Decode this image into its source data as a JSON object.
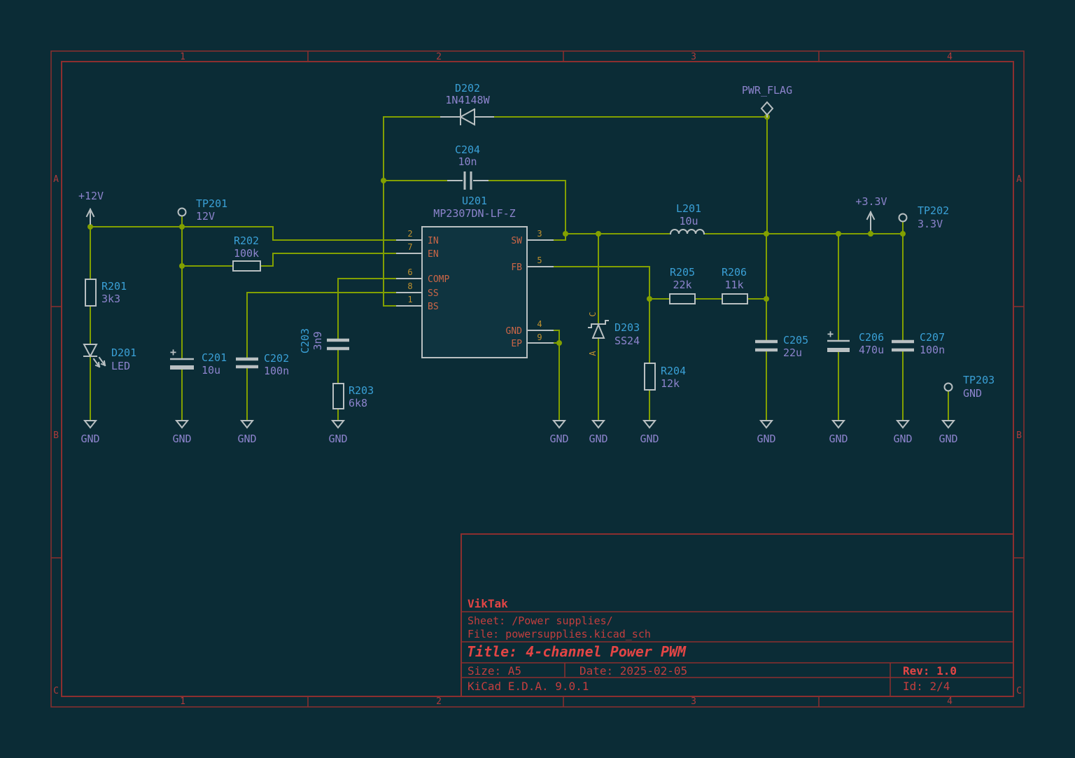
{
  "sheet_frame": {
    "columns": [
      "1",
      "2",
      "3",
      "4"
    ],
    "rows": [
      "A",
      "B",
      "C"
    ]
  },
  "title_block": {
    "company": "VikTak",
    "sheet_path": "Sheet: /Power supplies/",
    "file": "File: powersupplies.kicad_sch",
    "title": "Title: 4-channel Power PWM",
    "size": "Size: A5",
    "date": "Date: 2025-02-05",
    "rev": "Rev: 1.0",
    "tool": "KiCad E.D.A. 9.0.1",
    "id": "Id: 2/4"
  },
  "nets": {
    "gnd": "GND",
    "p12v": "+12V",
    "p3v3": "+3.3V",
    "pwr_flag": "PWR_FLAG"
  },
  "symbols": {
    "plus": "+"
  },
  "testpoints": {
    "tp201": {
      "ref": "TP201",
      "value": "12V"
    },
    "tp202": {
      "ref": "TP202",
      "value": "3.3V"
    },
    "tp203": {
      "ref": "TP203",
      "value": "GND"
    }
  },
  "components": {
    "r201": {
      "ref": "R201",
      "value": "3k3"
    },
    "r202": {
      "ref": "R202",
      "value": "100k"
    },
    "r203": {
      "ref": "R203",
      "value": "6k8"
    },
    "r204": {
      "ref": "R204",
      "value": "12k"
    },
    "r205": {
      "ref": "R205",
      "value": "22k"
    },
    "r206": {
      "ref": "R206",
      "value": "11k"
    },
    "c201": {
      "ref": "C201",
      "value": "10u"
    },
    "c202": {
      "ref": "C202",
      "value": "100n"
    },
    "c203": {
      "ref": "C203",
      "value": "3n9"
    },
    "c204": {
      "ref": "C204",
      "value": "10n"
    },
    "c205": {
      "ref": "C205",
      "value": "22u"
    },
    "c206": {
      "ref": "C206",
      "value": "470u"
    },
    "c207": {
      "ref": "C207",
      "value": "100n"
    },
    "d201": {
      "ref": "D201",
      "value": "LED"
    },
    "d202": {
      "ref": "D202",
      "value": "1N4148W"
    },
    "d203": {
      "ref": "D203",
      "value": "SS24",
      "anode": "A",
      "cathode": "C"
    },
    "l201": {
      "ref": "L201",
      "value": "10u"
    },
    "u201": {
      "ref": "U201",
      "value": "MP2307DN-LF-Z",
      "pins_left": [
        {
          "num": "2",
          "name": "IN"
        },
        {
          "num": "7",
          "name": "EN"
        },
        {
          "num": "6",
          "name": "COMP"
        },
        {
          "num": "8",
          "name": "SS"
        },
        {
          "num": "1",
          "name": "BS"
        }
      ],
      "pins_right": [
        {
          "num": "3",
          "name": "SW"
        },
        {
          "num": "5",
          "name": "FB"
        },
        {
          "num": "4",
          "name": "GND"
        },
        {
          "num": "9",
          "name": "EP"
        }
      ]
    }
  },
  "colors": {
    "background": "#0b2c36",
    "wire": "#82a000",
    "symbol": "#b9c0c2",
    "reference": "#3aa0d6",
    "value": "#8d84cd",
    "pin_name": "#cb6647",
    "pin_number": "#c0922e",
    "frame": "#8c2f2f",
    "title_accent": "#e34545"
  }
}
